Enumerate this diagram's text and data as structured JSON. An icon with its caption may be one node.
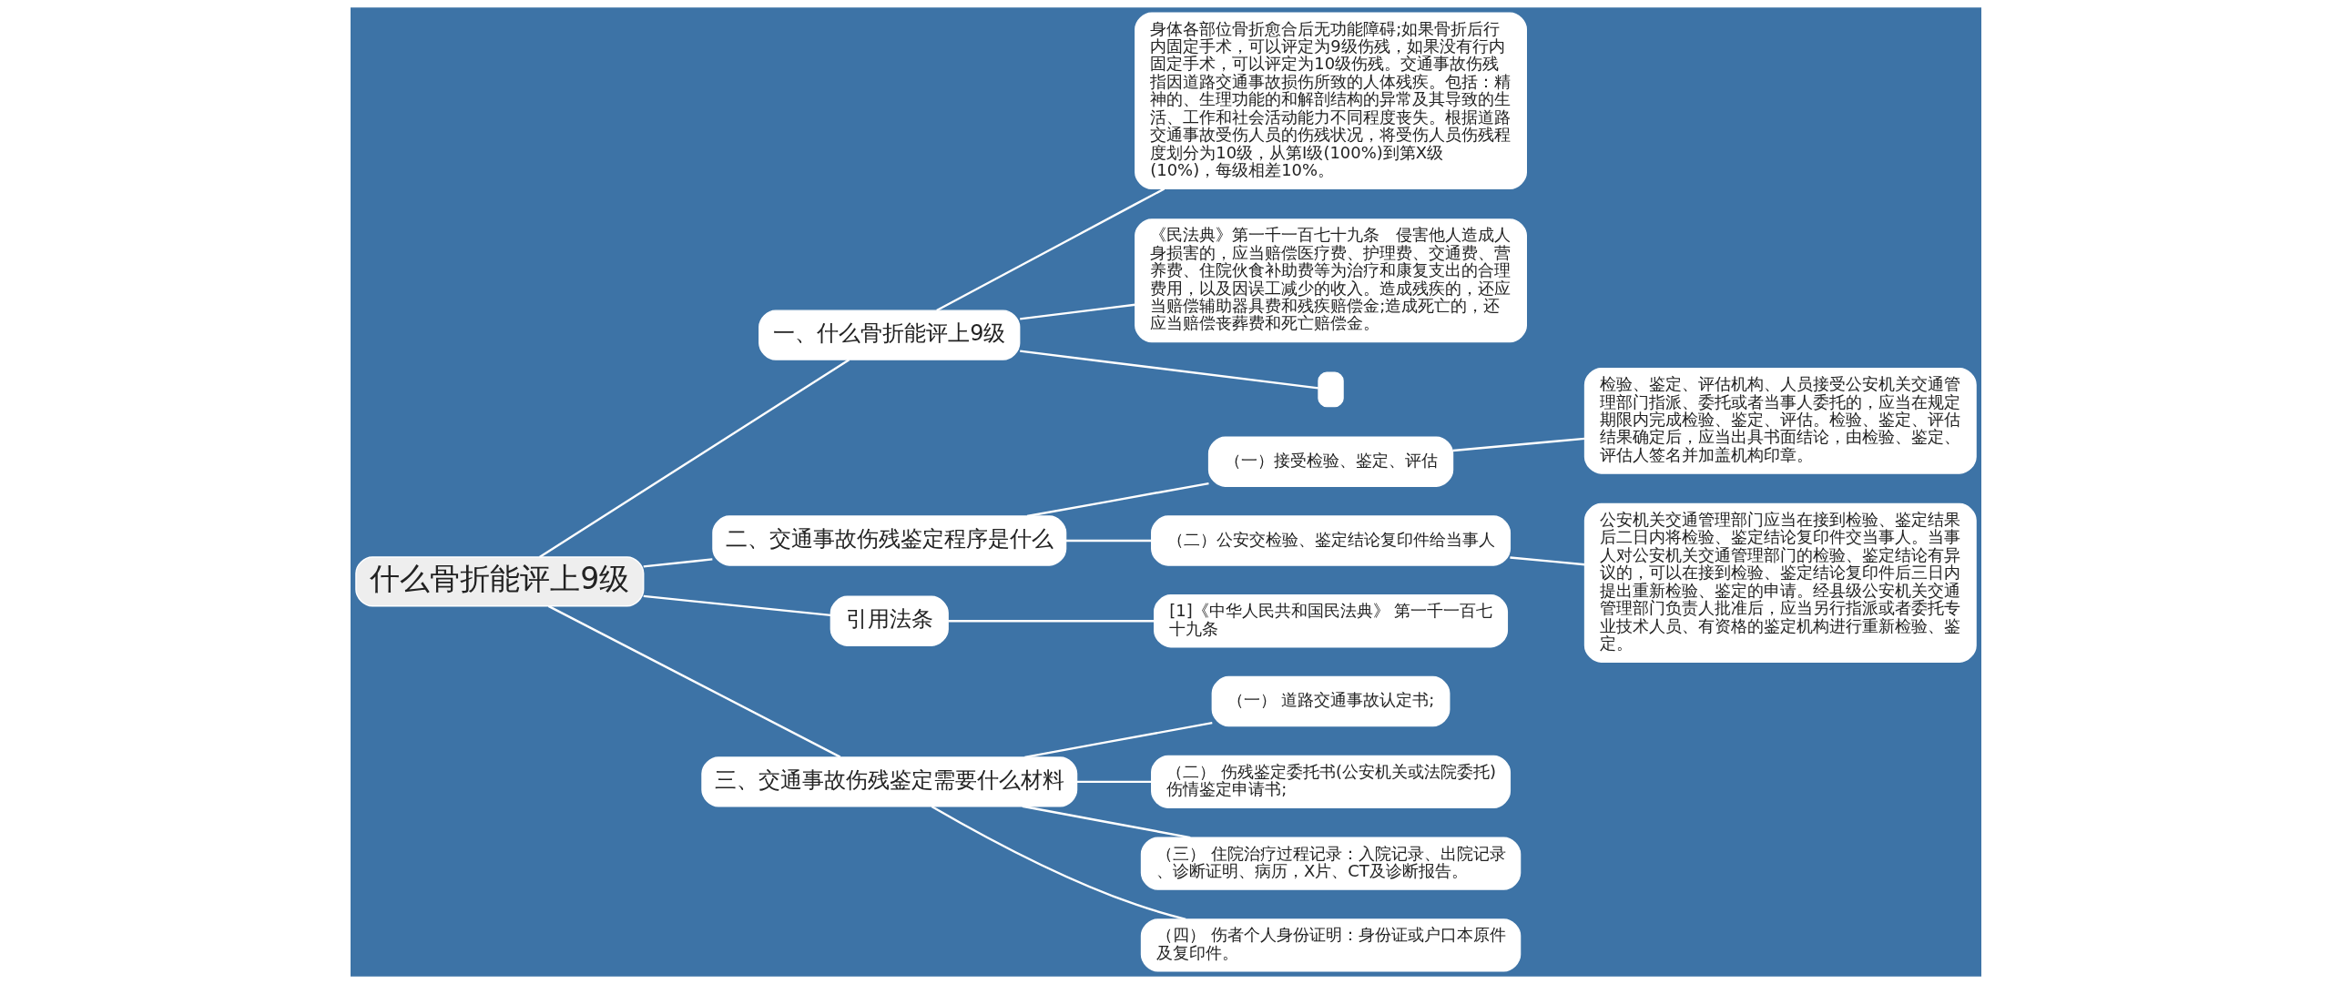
{
  "diagram": {
    "nodes": [
      {
        "text": [
          "什么骨折能评上9级"
        ]
      },
      {
        "text": [
          "一、什么骨折能评上9级"
        ]
      },
      {
        "text": [
          "身体各部位骨折愈合后无功能障碍;如果骨折后行内固定手术，可以评定为9级伤残，如果没有行内固定手术，可以评定为10级伤残。交通事故伤残指因道路交通事故损伤所致的人体残疾。包括：精神的、生理功能的和解剖结构的异常及其导致的生活、工作和社会活动能力不同程度丧失。根据道路交通事故受伤人员的伤残状况，将受伤人员伤残程度划分为10级，从第I级(100%)到第X级(10%)，每级相差10%。"
        ]
      },
      {
        "text": [
          "《民法典》第一千一百七十九条　侵害他人造成人身损害的，应当赔偿医疗费、护理费、交通费、营养费、住院伙食补助费等为治疗和康复支出的合理费用，以及因误工减少的收入。造成残疾的，还应当赔偿辅助器具费和残疾赔偿金;造成死亡的，还应当赔偿丧葬费和死亡赔偿金。"
        ]
      },
      {
        "text": [],
        "shape": "box"
      },
      {
        "text": [
          "二、交通事故伤残鉴定程序是什么"
        ]
      },
      {
        "text": [
          "（一）接受检验、鉴定、评估"
        ]
      },
      {
        "text": [
          "检验、鉴定、评估机构、人员接受公安机关交通管理部门指派、委托或者当事人委托的，应当在规定期限内完成检验、鉴定、评估。检验、鉴定、评估结果确定后，应当出具书面结论，由检验、鉴定、评估人签名并加盖机构印章。"
        ]
      },
      {
        "text": [
          "（二）公安交检验、鉴定结论复印件给当事人"
        ]
      },
      {
        "text": [
          "公安机关交通管理部门应当在接到检验、鉴定结果后二日内将检验、鉴定结论复印件交当事人。当事人对公安机关交通管理部门的检验、鉴定结论有异议的，可以在接到检验、鉴定结论复印件后三日内提出重新检验、鉴定的申请。经县级公安机关交通管理部门负责人批准后，应当另行指派或者委托专业技术人员、有资格的鉴定机构进行重新检验、鉴定。"
        ]
      },
      {
        "text": [
          "引用法条"
        ]
      },
      {
        "text": [
          "[1]《中华人民共和国民法典》 第一千一百七十九条"
        ]
      },
      {
        "text": [
          "三、交通事故伤残鉴定需要什么材料"
        ]
      },
      {
        "text": [
          "（一） 道路交通事故认定书;"
        ]
      },
      {
        "text": [
          "（二） 伤残鉴定委托书(公安机关或法院委托)伤情鉴定申请书;"
        ]
      },
      {
        "text": [
          "（三） 住院治疗过程记录：入院记录、出院记录、诊断证明、病历，X片、CT及诊断报告。"
        ]
      },
      {
        "text": [
          "（四） 伤者个人身份证明：身份证或户口本原件及复印件。"
        ]
      }
    ],
    "edges": [
      {
        "from": 0,
        "to": 1,
        "arrow": "none"
      },
      {
        "from": 1,
        "to": 2,
        "arrow": "none"
      },
      {
        "from": 1,
        "to": 3,
        "arrow": "none"
      },
      {
        "from": 1,
        "to": 4,
        "arrow": "none"
      },
      {
        "from": 0,
        "to": 5,
        "arrow": "none"
      },
      {
        "from": 5,
        "to": 6,
        "arrow": "none"
      },
      {
        "from": 6,
        "to": 7,
        "arrow": "none"
      },
      {
        "from": 5,
        "to": 8,
        "arrow": "none"
      },
      {
        "from": 8,
        "to": 9,
        "arrow": "none"
      },
      {
        "from": 0,
        "to": 10,
        "arrow": "none"
      },
      {
        "from": 10,
        "to": 11,
        "arrow": "none"
      },
      {
        "from": 0,
        "to": 12,
        "arrow": "none"
      },
      {
        "from": 12,
        "to": 13,
        "arrow": "none"
      },
      {
        "from": 12,
        "to": 14,
        "arrow": "none"
      },
      {
        "from": 12,
        "to": 15,
        "arrow": "none"
      },
      {
        "from": 12,
        "to": 16,
        "arrow": "none"
      }
    ]
  }
}
